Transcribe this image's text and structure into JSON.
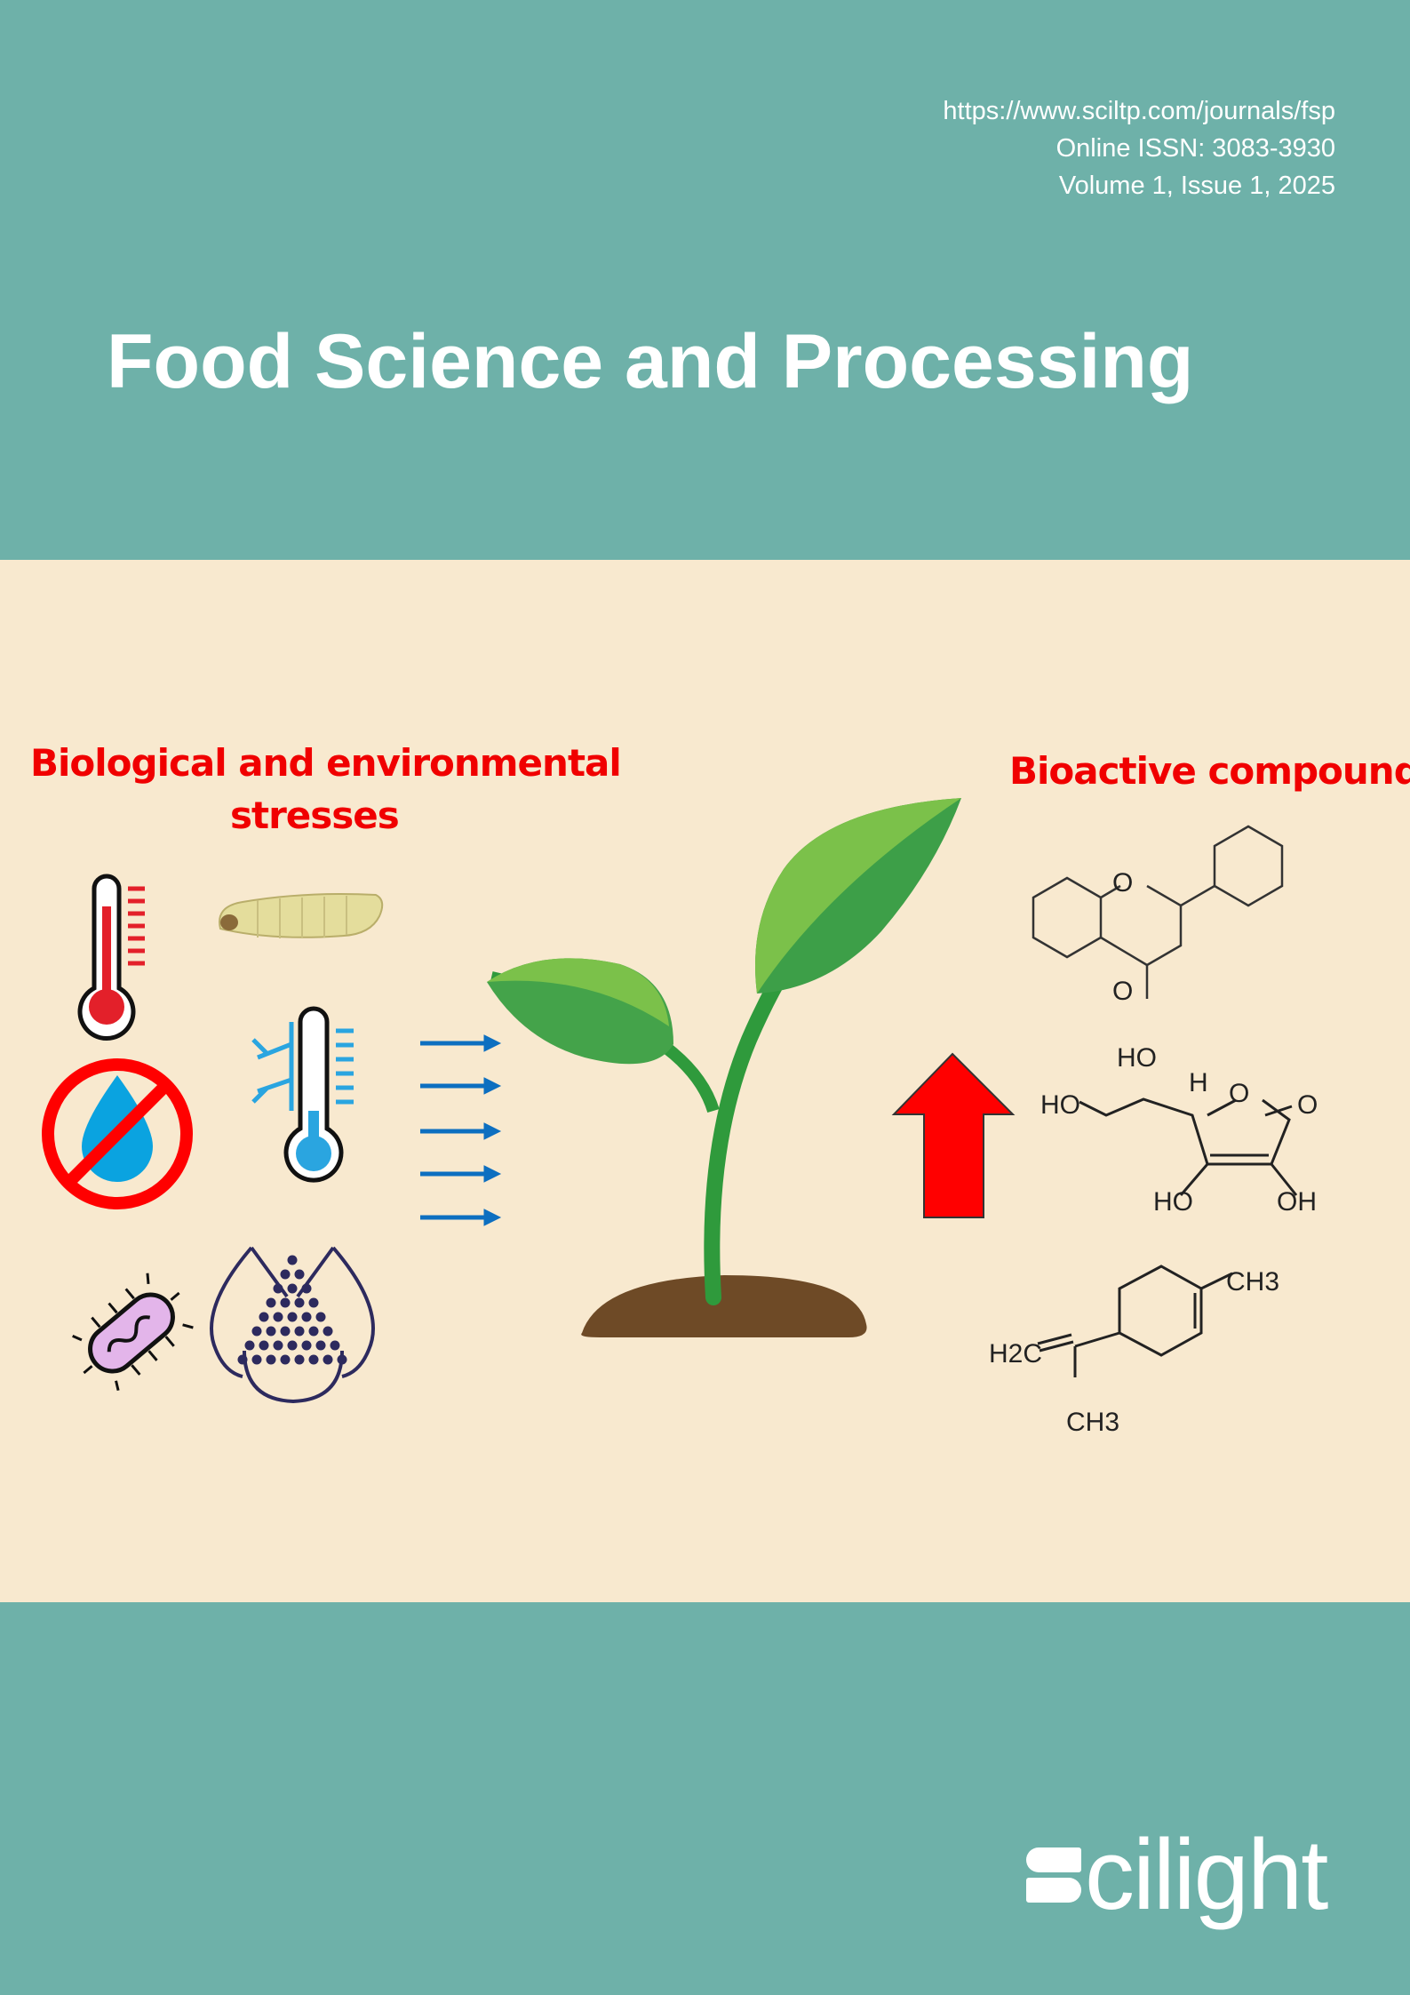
{
  "header": {
    "url": "https://www.sciltp.com/journals/fsp",
    "issn": "Online ISSN: 3083-3930",
    "volume": "Volume 1, Issue 1, 2025"
  },
  "journal_title": "Food Science and Processing",
  "illustration": {
    "left_heading_line1": "Biological and environmental",
    "left_heading_line2": "stresses",
    "right_heading": "Bioactive compounds",
    "molecules": {
      "flavone": {
        "o_ring": "O",
        "o_keto": "O"
      },
      "ascorbic_acid": {
        "ho_top": "HO",
        "ho_left": "HO",
        "h": "H",
        "o_ring": "O",
        "o_keto": "O",
        "ho_bottom": "HO",
        "oh_bottom": "OH"
      },
      "limonene": {
        "ch3_top": "CH3",
        "h2c": "H2C",
        "ch3_bottom": "CH3"
      }
    },
    "colors": {
      "heading": "#f00000",
      "arrow": "#ff0000",
      "blue_arrows": "#0d6fc0"
    }
  },
  "publisher_logo": "Scilight"
}
